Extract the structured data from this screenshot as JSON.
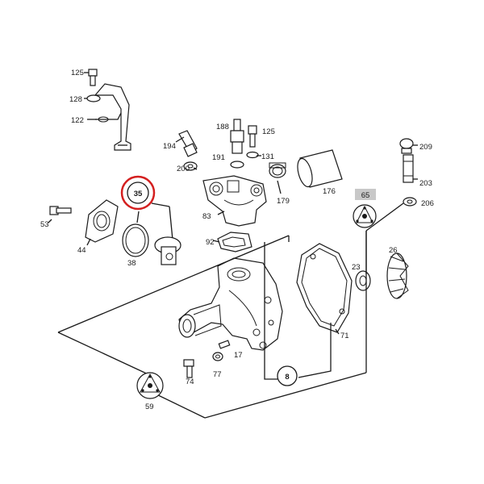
{
  "diagram": {
    "highlight_color": "#d42020",
    "shaded_color": "#c8c8c8",
    "parts": [
      {
        "id": "p125a",
        "label": "125"
      },
      {
        "id": "p128",
        "label": "128"
      },
      {
        "id": "p122",
        "label": "122"
      },
      {
        "id": "p188",
        "label": "188"
      },
      {
        "id": "p125b",
        "label": "125"
      },
      {
        "id": "p194",
        "label": "194"
      },
      {
        "id": "p191",
        "label": "191"
      },
      {
        "id": "p131",
        "label": "131"
      },
      {
        "id": "p200",
        "label": "200"
      },
      {
        "id": "p209",
        "label": "209"
      },
      {
        "id": "p203",
        "label": "203"
      },
      {
        "id": "p206",
        "label": "206"
      },
      {
        "id": "p176",
        "label": "176"
      },
      {
        "id": "p179",
        "label": "179"
      },
      {
        "id": "p83",
        "label": "83"
      },
      {
        "id": "p35",
        "label": "35"
      },
      {
        "id": "p65",
        "label": "65"
      },
      {
        "id": "p53",
        "label": "53"
      },
      {
        "id": "p44",
        "label": "44"
      },
      {
        "id": "p38",
        "label": "38"
      },
      {
        "id": "p92",
        "label": "92"
      },
      {
        "id": "p26",
        "label": "26"
      },
      {
        "id": "p23",
        "label": "23"
      },
      {
        "id": "p71",
        "label": "71"
      },
      {
        "id": "p17",
        "label": "17"
      },
      {
        "id": "p74",
        "label": "74"
      },
      {
        "id": "p77",
        "label": "77"
      },
      {
        "id": "p8",
        "label": "8"
      },
      {
        "id": "p59",
        "label": "59"
      }
    ]
  }
}
